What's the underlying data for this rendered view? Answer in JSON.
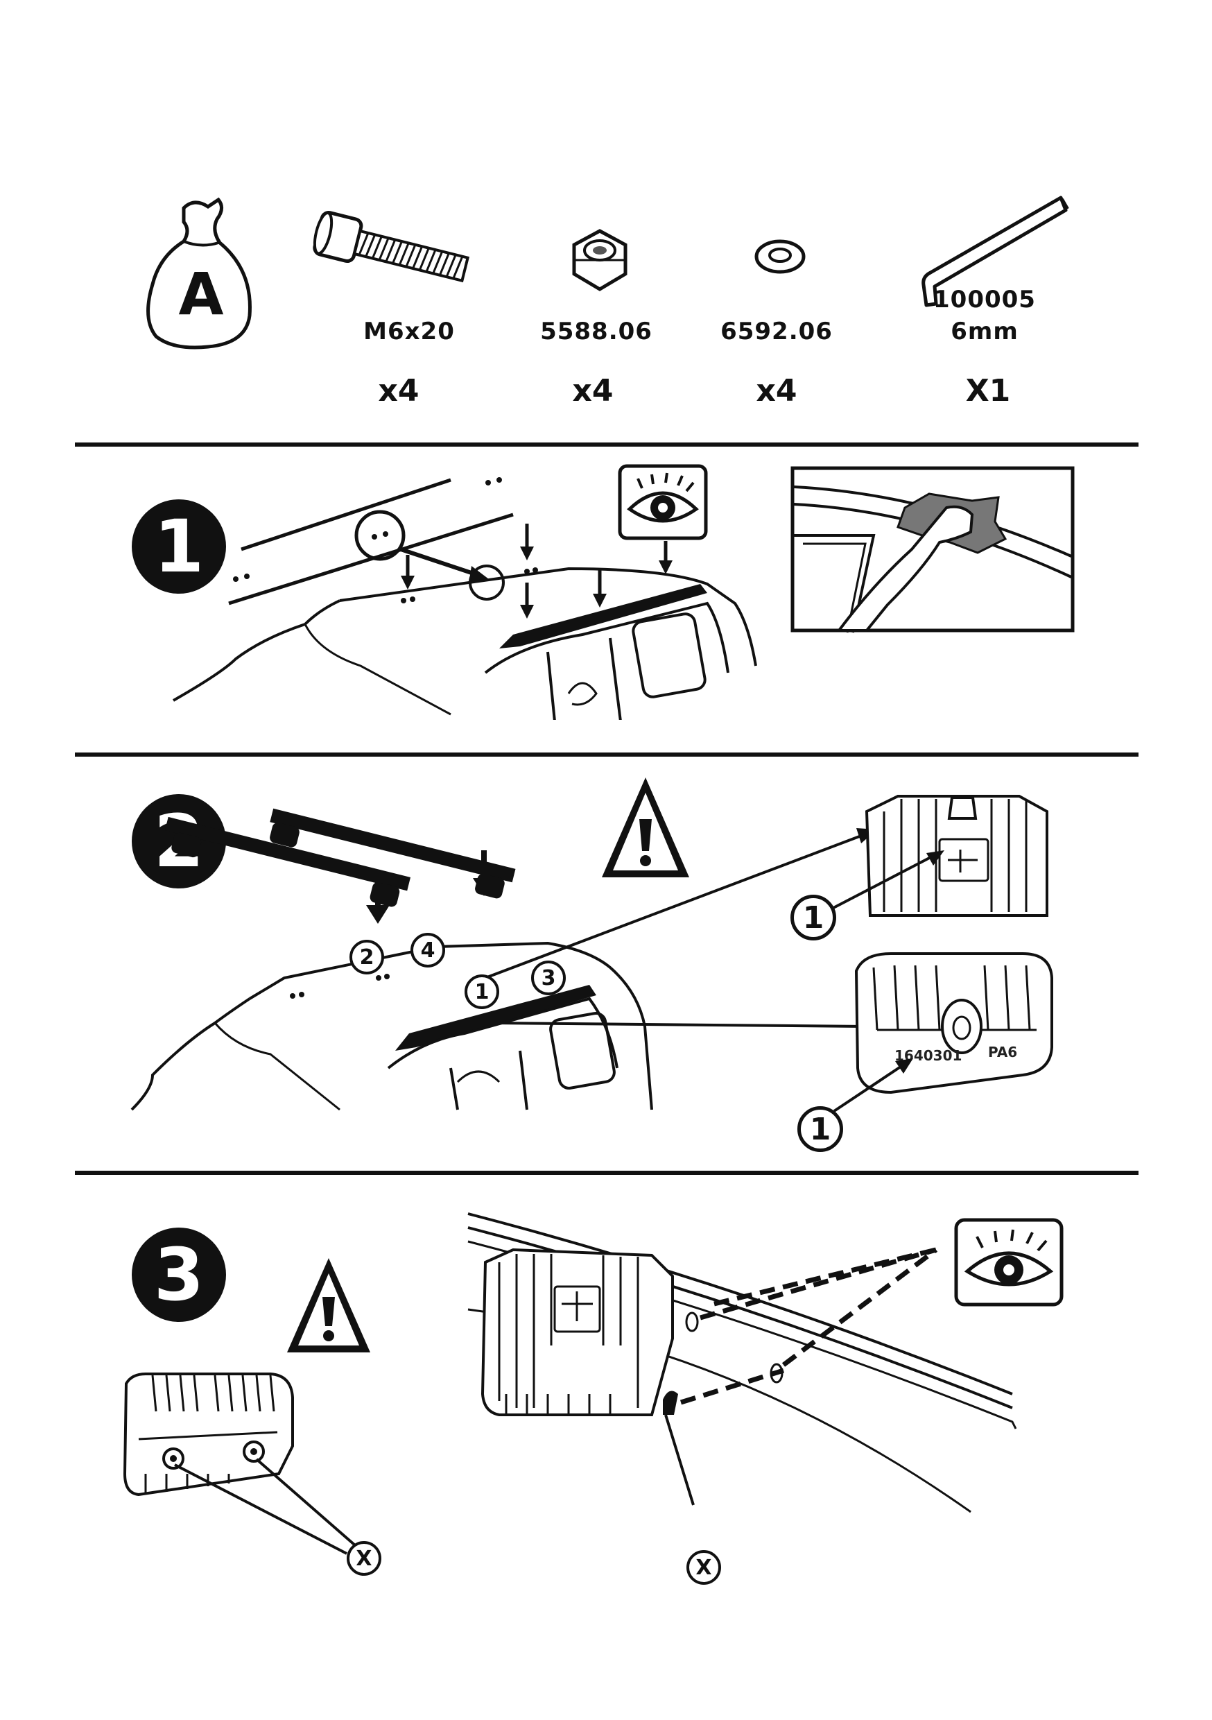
{
  "kit": {
    "bag_letter": "A",
    "parts": [
      {
        "code": "M6x20",
        "qty": "x4",
        "icon": "bolt-icon"
      },
      {
        "code": "5588.06",
        "qty": "x4",
        "icon": "nut-icon"
      },
      {
        "code": "6592.06",
        "qty": "x4",
        "icon": "washer-icon"
      },
      {
        "code": "100005",
        "size": "6mm",
        "qty": "X1",
        "icon": "allen-key-icon"
      }
    ]
  },
  "steps": [
    {
      "number": "1"
    },
    {
      "number": "2",
      "callouts": [
        "2",
        "4",
        "1",
        "3",
        "1",
        "1"
      ],
      "foot_stamps": [
        "1640301",
        "PA6"
      ]
    },
    {
      "number": "3",
      "callouts": [
        "X",
        "X"
      ]
    }
  ],
  "colors": {
    "ink": "#111111",
    "paper": "#ffffff",
    "cloth": "#777777"
  }
}
